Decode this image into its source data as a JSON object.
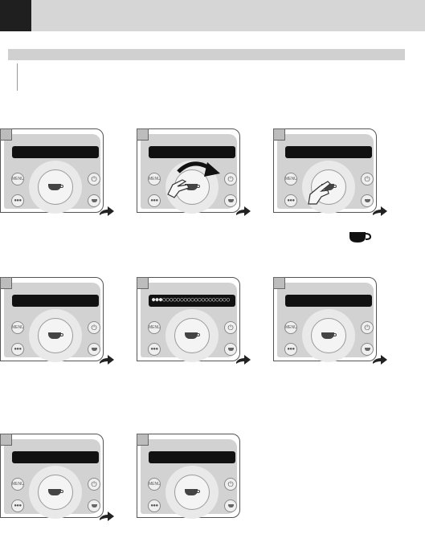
{
  "header": {
    "title": ""
  },
  "section": {
    "subtitle": ""
  },
  "panels": [
    {
      "num": "",
      "display_text": "",
      "has_arrow": true,
      "overlay": "none"
    },
    {
      "num": "",
      "display_text": "",
      "has_arrow": true,
      "overlay": "rotate"
    },
    {
      "num": "",
      "display_text": "",
      "has_arrow": true,
      "overlay": "press"
    },
    {
      "num": "",
      "display_text": "",
      "has_arrow": true,
      "overlay": "none"
    },
    {
      "num": "",
      "display_text": "●●●○○○○○○○○○○○○○○○○○○○",
      "has_arrow": true,
      "overlay": "none"
    },
    {
      "num": "",
      "display_text": "",
      "has_arrow": true,
      "overlay": "none"
    },
    {
      "num": "",
      "display_text": "",
      "has_arrow": true,
      "overlay": "none"
    },
    {
      "num": "",
      "display_text": "",
      "has_arrow": false,
      "overlay": "none"
    }
  ],
  "buttons": {
    "menu_label": "MENU",
    "strength_label": "●●●"
  },
  "icons": {
    "cup": "coffee-cup-icon",
    "arrow": "right-arrow-icon",
    "hand": "hand-pointer-icon",
    "rotate": "rotate-arrow-icon",
    "power": "power-icon",
    "water": "hot-water-icon"
  },
  "colors": {
    "display": "#111111",
    "panel_body": "#d2d2d2",
    "ring": "#e9e9e9",
    "cup": "#444444",
    "arrow": "#222222"
  }
}
